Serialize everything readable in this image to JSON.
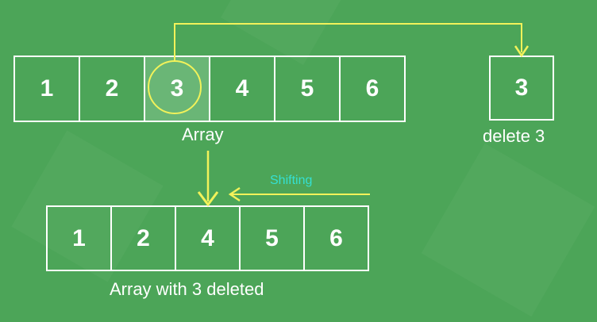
{
  "original_array": {
    "cells": [
      "1",
      "2",
      "3",
      "4",
      "5",
      "6"
    ],
    "highlighted_index": 2,
    "label": "Array"
  },
  "deleted_box": {
    "value": "3",
    "label": "delete 3"
  },
  "result_array": {
    "cells": [
      "1",
      "2",
      "4",
      "5",
      "6"
    ],
    "label": "Array with 3 deleted"
  },
  "shift_label": "Shifting",
  "colors": {
    "background": "#4ca558",
    "highlight_cell": "#6ab676",
    "highlight_ring": "#f2f25a",
    "arrow": "#f2f25a",
    "shift_text": "#35e0d2"
  }
}
